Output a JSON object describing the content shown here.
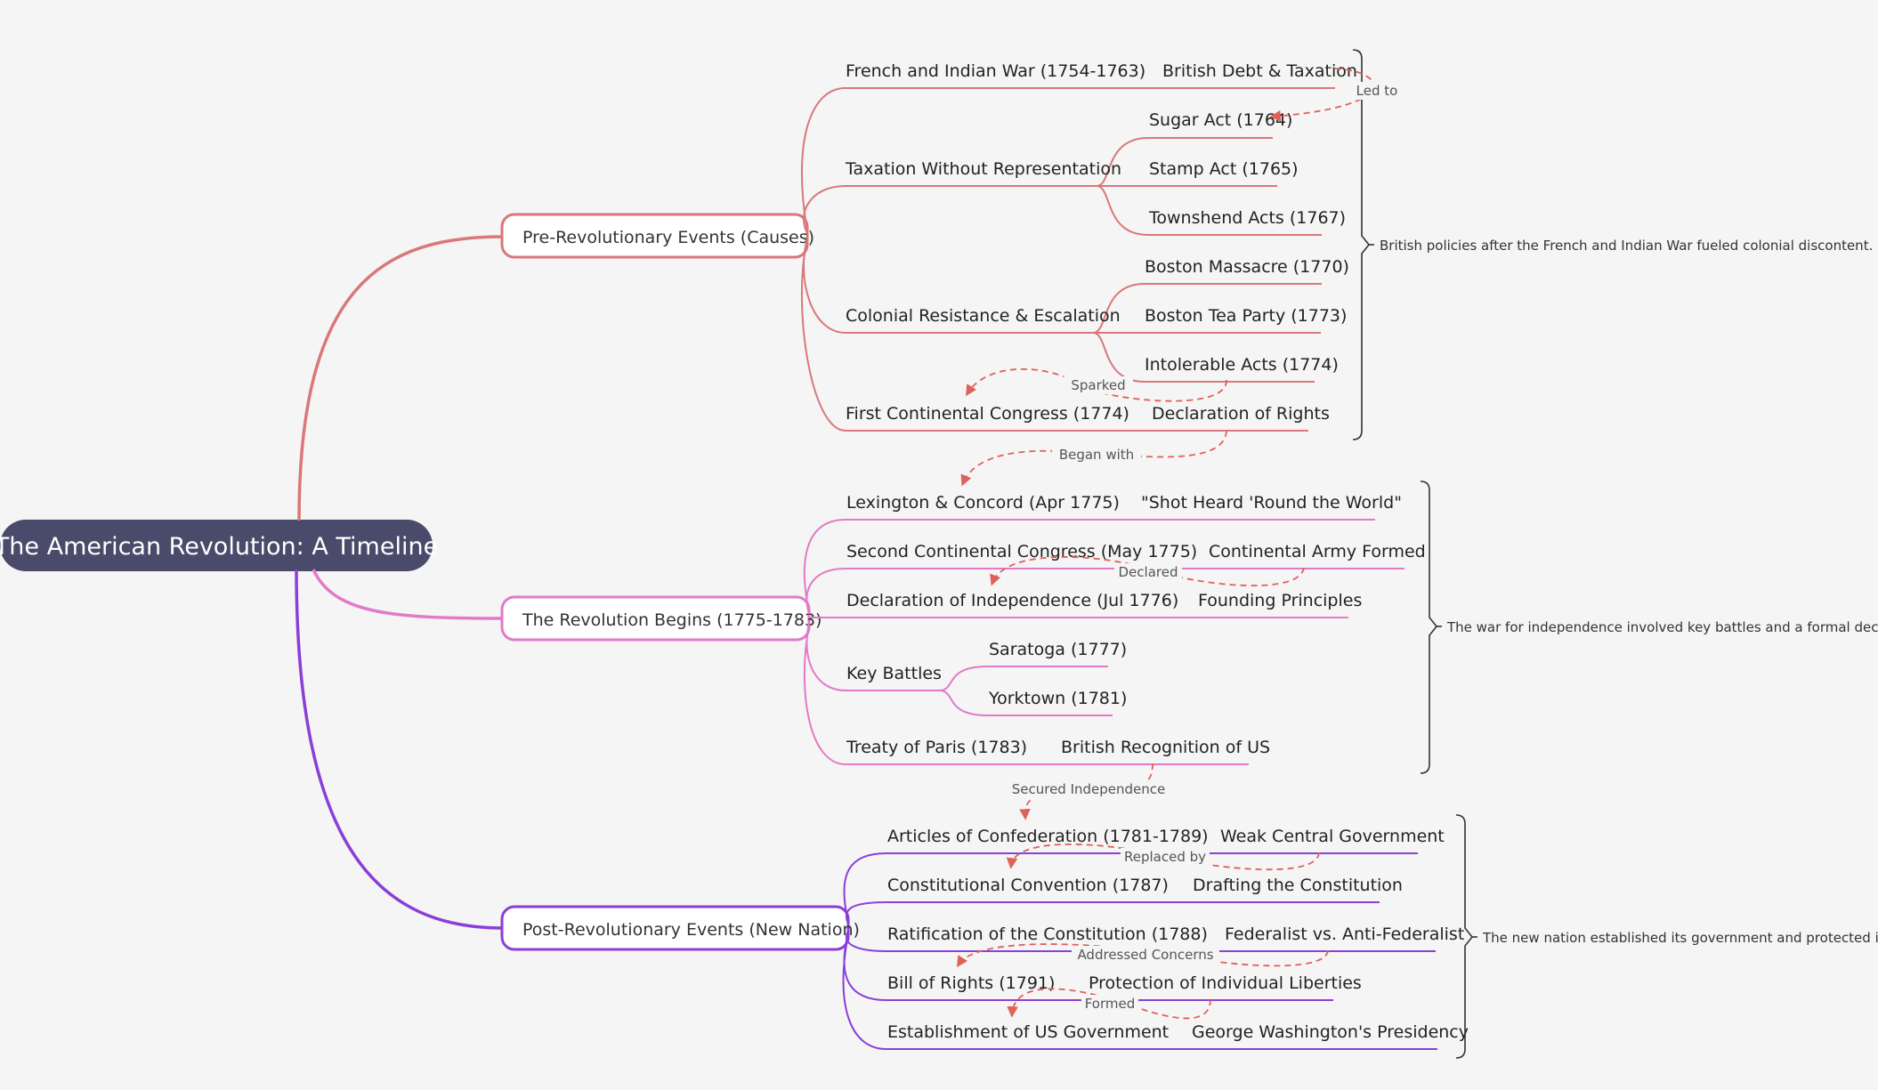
{
  "diagram": {
    "root": "The American Revolution: A Timeline",
    "branches": [
      {
        "title": "Pre-Revolutionary Events (Causes)",
        "color": "#d9777a",
        "summary": "British policies after the French and Indian War fueled colonial discontent.",
        "children": [
          {
            "label": "French and Indian War (1754-1763)",
            "children": [
              "British Debt & Taxation"
            ]
          },
          {
            "label": "Taxation Without Representation",
            "children": [
              "Sugar Act (1764)",
              "Stamp Act (1765)",
              "Townshend Acts (1767)"
            ]
          },
          {
            "label": "Colonial Resistance & Escalation",
            "children": [
              "Boston Massacre (1770)",
              "Boston Tea Party (1773)",
              "Intolerable Acts (1774)"
            ]
          },
          {
            "label": "First Continental Congress (1774)",
            "children": [
              "Declaration of Rights"
            ]
          }
        ]
      },
      {
        "title": "The Revolution Begins (1775-1783)",
        "color": "#e27ac8",
        "summary": "The war for independence involved key battles and a formal declaration.",
        "children": [
          {
            "label": "Lexington & Concord (Apr 1775)",
            "children": [
              "\"Shot Heard 'Round the World\""
            ]
          },
          {
            "label": "Second Continental Congress (May 1775)",
            "children": [
              "Continental Army Formed"
            ]
          },
          {
            "label": "Declaration of Independence (Jul 1776)",
            "children": [
              "Founding Principles"
            ]
          },
          {
            "label": "Key Battles",
            "children": [
              "Saratoga (1777)",
              "Yorktown (1781)"
            ]
          },
          {
            "label": "Treaty of Paris (1783)",
            "children": [
              "British Recognition of US"
            ]
          }
        ]
      },
      {
        "title": "Post-Revolutionary Events (New Nation)",
        "color": "#8a3fd8",
        "summary": "The new nation established its government and protected individual rights.",
        "children": [
          {
            "label": "Articles of Confederation (1781-1789)",
            "children": [
              "Weak Central Government"
            ]
          },
          {
            "label": "Constitutional Convention (1787)",
            "children": [
              "Drafting the Constitution"
            ]
          },
          {
            "label": "Ratification of the Constitution (1788)",
            "children": [
              "Federalist vs. Anti-Federalist"
            ]
          },
          {
            "label": "Bill of Rights (1791)",
            "children": [
              "Protection of Individual Liberties"
            ]
          },
          {
            "label": "Establishment of US Government",
            "children": [
              "George Washington's Presidency"
            ]
          }
        ]
      }
    ],
    "relations": [
      {
        "label": "Led to"
      },
      {
        "label": "Sparked"
      },
      {
        "label": "Began with"
      },
      {
        "label": "Declared"
      },
      {
        "label": "Secured Independence"
      },
      {
        "label": "Replaced by"
      },
      {
        "label": "Addressed Concerns"
      },
      {
        "label": "Formed"
      }
    ],
    "colors": {
      "root_fill": "#4a4a6a",
      "relation": "#e0605a",
      "background": "#f5f5f5",
      "bracket": "#333333"
    }
  }
}
